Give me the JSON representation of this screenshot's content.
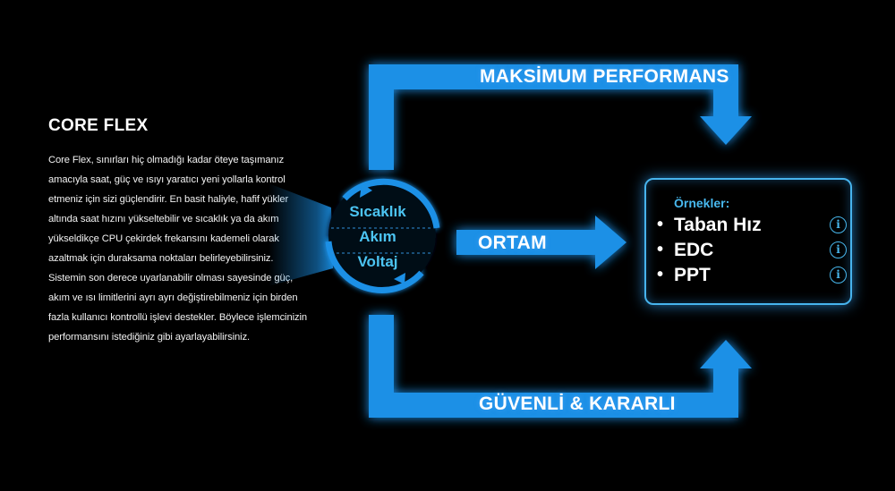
{
  "left_panel": {
    "title": "CORE FLEX",
    "description": "Core Flex, sınırları hiç olmadığı kadar öteye taşımanız amacıyla saat, güç ve ısıyı yaratıcı yeni yollarla kontrol etmeniz için sizi güçlendirir. En basit haliyle, hafif yükler altında saat hızını yükseltebilir ve sıcaklık ya da akım yükseldikçe CPU çekirdek frekansını kademeli olarak azaltmak için duraksama noktaları belirleyebilirsiniz. Sistemin son derece uyarlanabilir olması sayesinde güç, akım ve ısı limitlerini ayrı ayrı değiştirebilmeniz için birden fazla kullanıcı kontrollü işlevi destekler. Böylece işlemcinizin performansını istediğiniz gibi ayarlayabilirsiniz."
  },
  "diagram": {
    "circle": [
      "Sıcaklık",
      "Akım",
      "Voltaj"
    ],
    "paths": {
      "top": "MAKSİMUM PERFORMANS",
      "middle": "ORTAM",
      "bottom": "GÜVENLİ & KARARLI"
    }
  },
  "examples": {
    "heading": "Örnekler:",
    "items": [
      {
        "label": "Taban Hız"
      },
      {
        "label": "EDC"
      },
      {
        "label": "PPT"
      }
    ]
  },
  "colors": {
    "background": "#000000",
    "arrow_blue": "#1a90e6",
    "accent_cyan": "#48b8ee"
  }
}
